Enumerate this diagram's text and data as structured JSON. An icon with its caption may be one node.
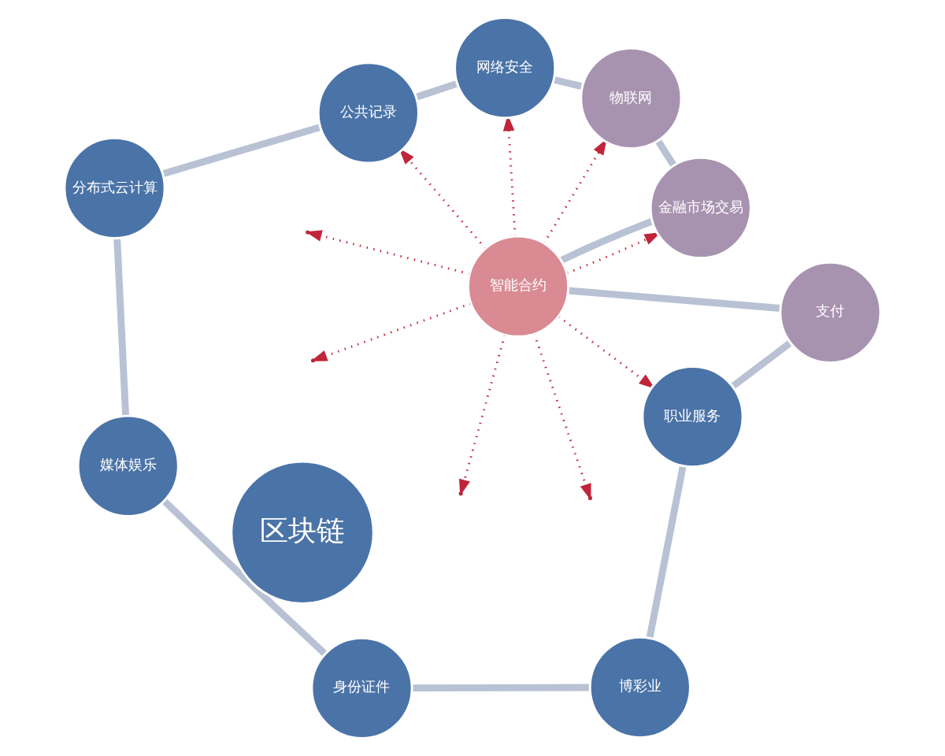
{
  "diagram": {
    "nodes": [
      {
        "text": [
          "支付"
        ]
      },
      {
        "text": [
          "职业服务"
        ]
      },
      {
        "text": [
          "智能合约"
        ]
      },
      {
        "text": [
          "博彩业"
        ]
      },
      {
        "text": [
          "金融市场交易"
        ]
      },
      {
        "text": [
          "区块链"
        ]
      },
      {
        "text": [
          "身份证件"
        ]
      },
      {
        "text": [
          "物联网"
        ]
      },
      {
        "text": [
          "媒体娱乐"
        ]
      },
      {
        "text": [
          "网络安全"
        ]
      },
      {
        "text": [
          "分布式云计算"
        ]
      },
      {
        "text": [
          "公共记录"
        ]
      }
    ],
    "edges": [
      {
        "from": 1,
        "to": 0,
        "arrow": "none"
      },
      {
        "from": 0,
        "to": 2,
        "arrow": "none"
      },
      {
        "from": 2,
        "to": 4,
        "arrow": "none"
      },
      {
        "from": 4,
        "to": 7,
        "arrow": "none"
      },
      {
        "from": 7,
        "to": 9,
        "arrow": "none"
      },
      {
        "from": 9,
        "to": 11,
        "arrow": "none"
      },
      {
        "from": 11,
        "to": 10,
        "arrow": "none"
      },
      {
        "from": 10,
        "to": 8,
        "arrow": "none"
      },
      {
        "from": 8,
        "to": 6,
        "arrow": "none"
      },
      {
        "from": 6,
        "to": 3,
        "arrow": "none"
      },
      {
        "from": 3,
        "to": 1,
        "arrow": "none"
      },
      {
        "from": 2,
        "to": 1,
        "arrow": "to",
        "style": "dashed",
        "color": "#c0253a"
      },
      {
        "from": 2,
        "to": null,
        "arrow": "to",
        "style": "dashed",
        "color": "#c0253a"
      },
      {
        "from": 2,
        "to": null,
        "arrow": "to",
        "style": "dashed",
        "color": "#c0253a"
      },
      {
        "from": 2,
        "to": null,
        "arrow": "to",
        "style": "dashed",
        "color": "#c0253a"
      },
      {
        "from": 2,
        "to": null,
        "arrow": "to",
        "style": "dashed",
        "color": "#c0253a"
      },
      {
        "from": 2,
        "to": 4,
        "arrow": "to",
        "style": "dashed",
        "color": "#c0253a"
      },
      {
        "from": 2,
        "to": 7,
        "arrow": "to",
        "style": "dashed",
        "color": "#c0253a"
      },
      {
        "from": 2,
        "to": 9,
        "arrow": "to",
        "style": "dashed",
        "color": "#c0253a"
      },
      {
        "from": 2,
        "to": 11,
        "arrow": "to",
        "style": "dashed",
        "color": "#c0253a"
      }
    ]
  }
}
